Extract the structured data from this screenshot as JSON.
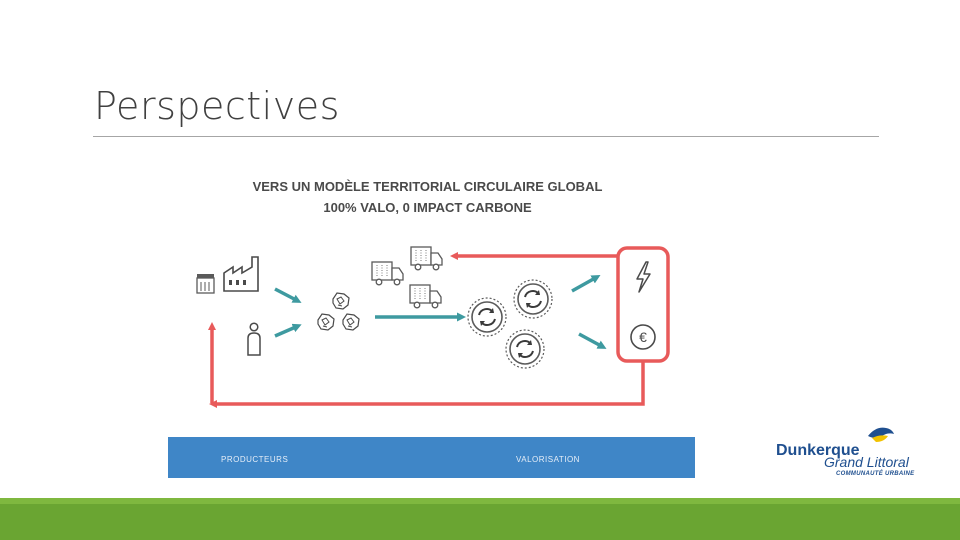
{
  "slide": {
    "title": "Perspectives"
  },
  "diagram": {
    "heading_line1": "VERS UN MODÈLE TERRITORIAL CIRCULAIRE GLOBAL",
    "heading_line2": "100% VALO, 0 IMPACT CARBONE",
    "band_left_label": "PRODUCTEURS",
    "band_right_label": "VALORISATION",
    "euro_symbol": "€",
    "colors": {
      "loop_red": "#e85a5a",
      "flow_teal": "#3e9aa0",
      "band_blue": "#3f86c7",
      "icon_gray": "#5a5a5a"
    },
    "icons": [
      "shop-icon",
      "factory-icon",
      "person-icon",
      "waste-icon",
      "truck-icon",
      "recycle-icon",
      "lightning-icon",
      "euro-icon"
    ]
  },
  "logo": {
    "line1": "Dunkerque",
    "line2": "Grand Littoral",
    "line3": "COMMUNAUTÉ URBAINE"
  },
  "footer": {
    "color": "#6aa532"
  }
}
